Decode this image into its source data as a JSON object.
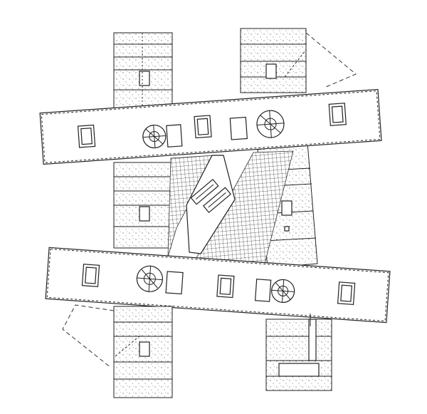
{
  "drawing": {
    "ink_color": "#222222",
    "paper_color": "#ffffff",
    "elements": {
      "wing_blocks": 4,
      "slab_bars": 2,
      "stair_cores": 4,
      "elevator_cores": 6
    }
  }
}
